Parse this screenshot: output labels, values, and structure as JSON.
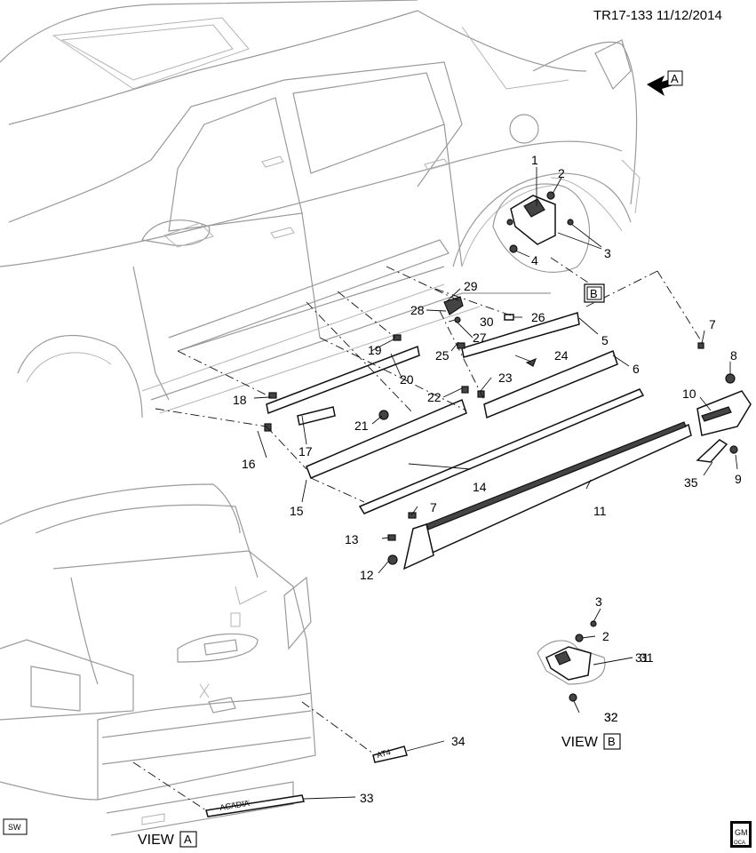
{
  "header": {
    "ref": "TR17-133  11/12/2014"
  },
  "view_a_marker": "A",
  "view_b_box": "B",
  "callouts": [
    "1",
    "2",
    "3",
    "4",
    "5",
    "6",
    "7",
    "8",
    "9",
    "10",
    "11",
    "12",
    "13",
    "14",
    "15",
    "16",
    "17",
    "18",
    "19",
    "20",
    "21",
    "22",
    "23",
    "24",
    "25",
    "26",
    "27",
    "28",
    "29",
    "30",
    "31",
    "32",
    "33",
    "34",
    "35"
  ],
  "view_b": {
    "callouts": {
      "c3": "3",
      "c2": "2",
      "c31": "31",
      "c32": "32"
    },
    "label": "VIEW",
    "letter": "B"
  },
  "view_a": {
    "label": "VIEW",
    "letter": "A"
  },
  "emblem_text": "ACADIA",
  "badge_text": "AT4",
  "corner": {
    "sw": "SW",
    "gm_top": "GM",
    "gm_bottom": "OCA"
  }
}
